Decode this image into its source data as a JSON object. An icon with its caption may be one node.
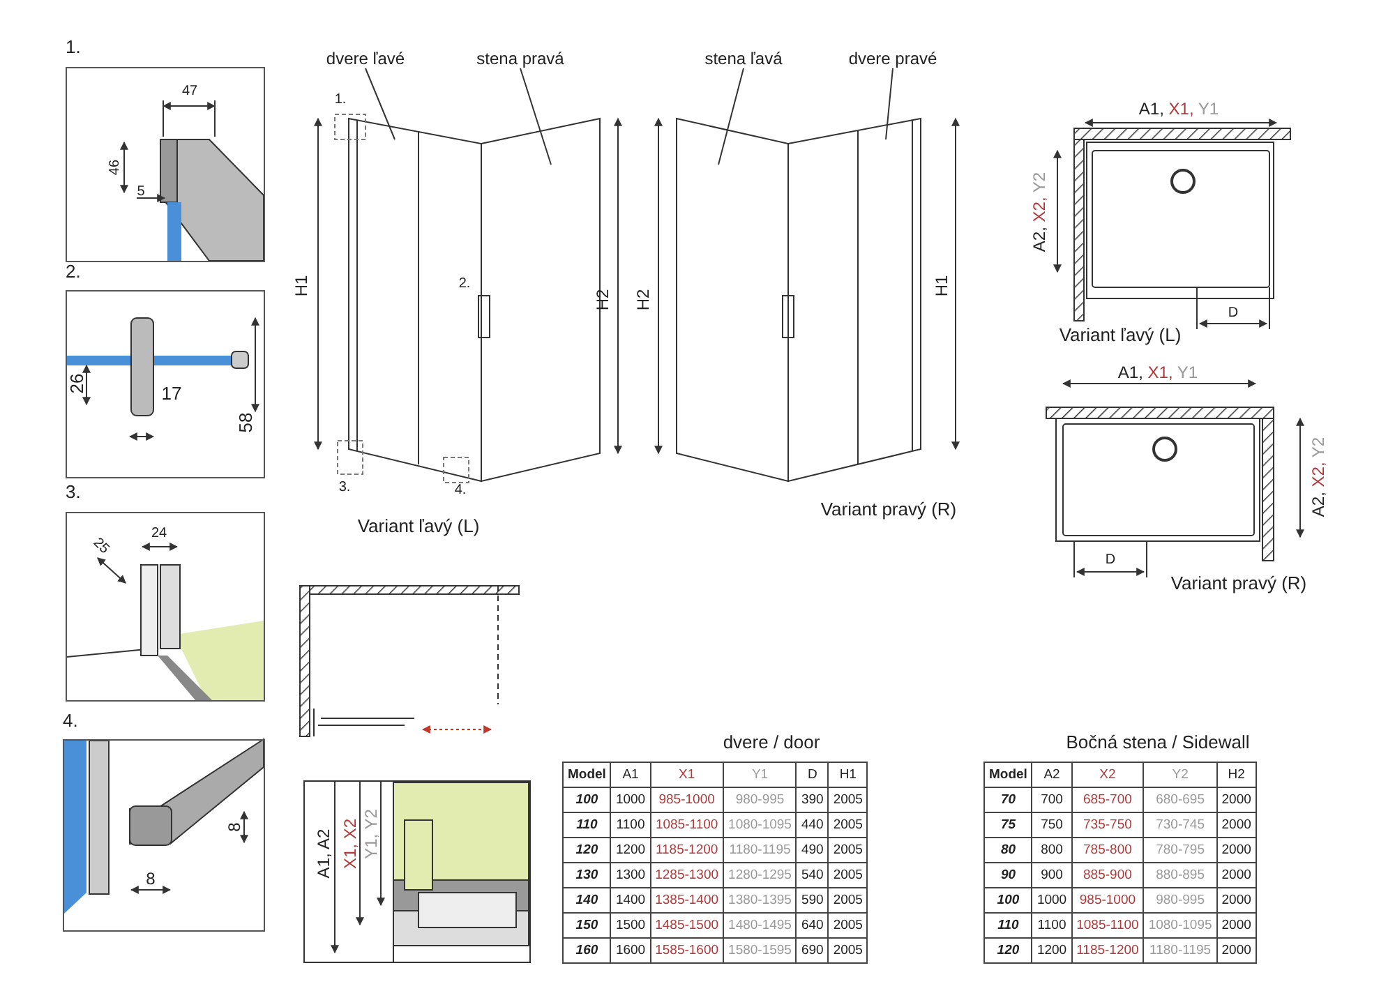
{
  "diagram": {
    "nodes": [
      {
        "text": [
          "1."
        ]
      },
      {
        "text": [
          "2."
        ]
      },
      {
        "text": [
          "3."
        ]
      },
      {
        "text": [
          "4."
        ]
      },
      {
        "text": [
          "dvere ľavé"
        ]
      },
      {
        "text": [
          "stena pravá"
        ]
      },
      {
        "text": [
          "stena ľavá"
        ]
      },
      {
        "text": [
          "dvere pravé"
        ]
      }
    ],
    "edges": [
      {
        "from": 4,
        "to": null,
        "arrow": "none"
      },
      {
        "from": 5,
        "to": null,
        "arrow": "none"
      },
      {
        "from": 6,
        "to": null,
        "arrow": "none"
      },
      {
        "from": 7,
        "to": null,
        "arrow": "none"
      }
    ],
    "labels": [
      "47",
      "46",
      "5",
      "26",
      "17",
      "58",
      "25",
      "24",
      "8",
      "8",
      "1.",
      "2.",
      "H1",
      "H2",
      "3.",
      "4.",
      "Variant ľavý (L)",
      "H2",
      "H1",
      "Variant pravý (R)",
      "A1, X1, Y1",
      "A2, X2, Y2",
      "D",
      "Variant ľavý (L)",
      "A1, X1, Y1",
      "A2, X2, Y2",
      "D",
      "Variant pravý (R)",
      "A1, A2",
      "X1, X2",
      "Y1, Y2",
      "dvere / door",
      "Model",
      "A1",
      "X1",
      "Y1",
      "D",
      "H1",
      "100",
      "1000",
      "985-1000",
      "980-995",
      "390",
      "2005",
      "110",
      "1100",
      "1085-1100",
      "1080-1095",
      "440",
      "2005",
      "120",
      "1200",
      "1185-1200",
      "1180-1195",
      "490",
      "2005",
      "130",
      "1300",
      "1285-1300",
      "1280-1295",
      "540",
      "2005",
      "140",
      "1400",
      "1385-1400",
      "1380-1395",
      "590",
      "2005",
      "150",
      "1500",
      "1485-1500",
      "1480-1495",
      "640",
      "2005",
      "160",
      "1600",
      "1585-1600",
      "1580-1595",
      "690",
      "2005",
      "Bočná stena / Sidewall",
      "Model",
      "A2",
      "X2",
      "Y2",
      "H2",
      "70",
      "700",
      "685-700",
      "680-695",
      "2000",
      "75",
      "750",
      "735-750",
      "730-745",
      "2000",
      "80",
      "800",
      "785-800",
      "780-795",
      "2000",
      "90",
      "900",
      "885-900",
      "880-895",
      "2000",
      "100",
      "1000",
      "985-1000",
      "980-995",
      "2000",
      "110",
      "1100",
      "1085-1100",
      "1080-1095",
      "2000",
      "120",
      "1200",
      "1185-1200",
      "1180-1195",
      "2000"
    ]
  }
}
